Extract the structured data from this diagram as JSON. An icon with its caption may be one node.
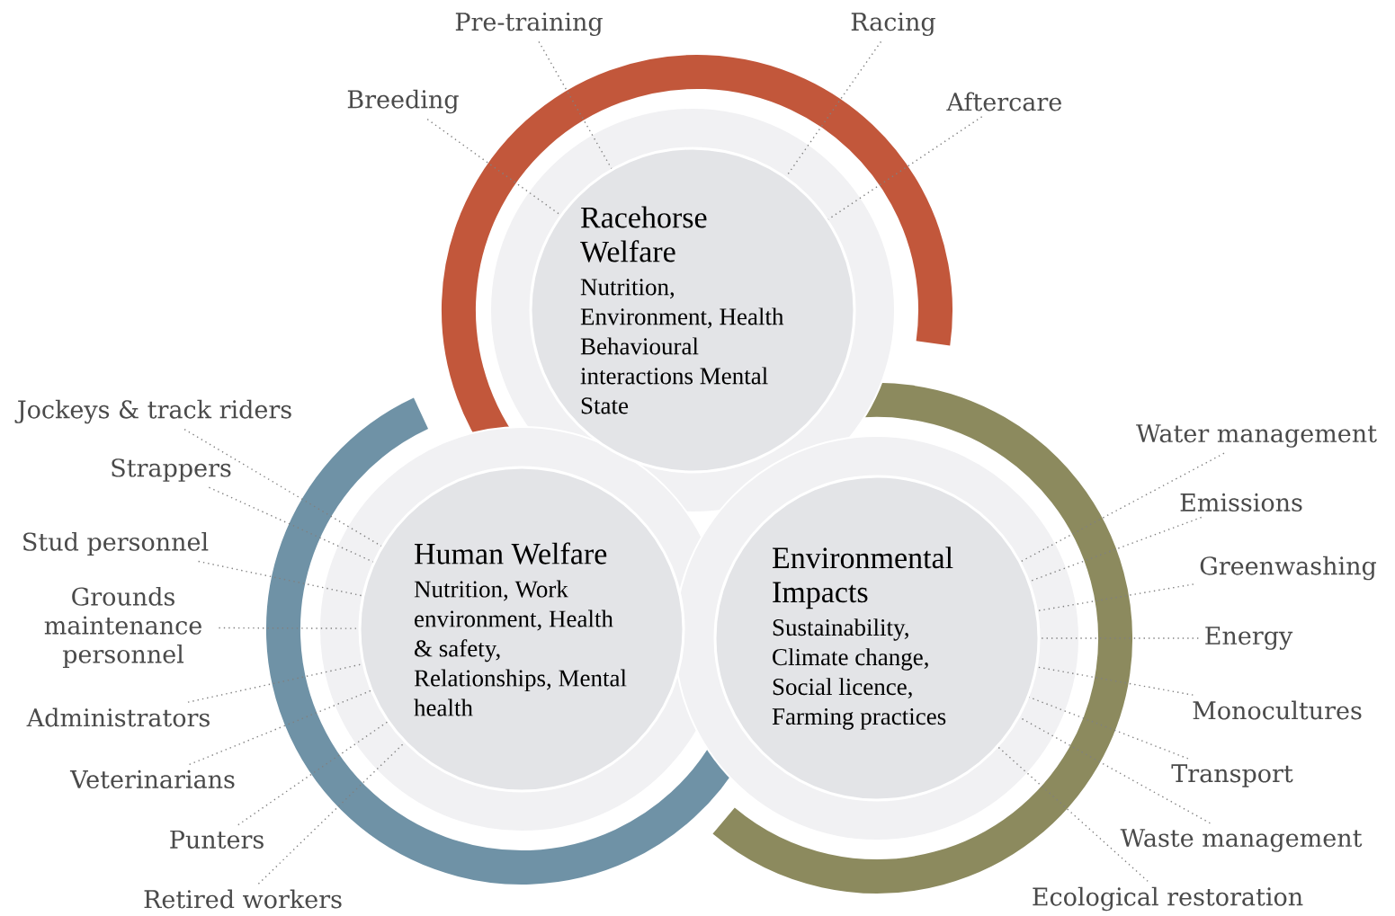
{
  "diagram": {
    "nodes": [
      {
        "text": [
          "Racehorse Welfare",
          "Nutrition, Environment, Health Behavioural interactions Mental State"
        ]
      },
      {
        "text": [
          "Human Welfare",
          "Nutrition, Work environment, Health & safety, Relationships, Mental health"
        ]
      },
      {
        "text": [
          "Environmental Impacts",
          "Sustainability, Climate change, Social licence, Farming practices"
        ]
      },
      {
        "text": [
          "Breeding"
        ]
      },
      {
        "text": [
          "Pre-training"
        ]
      },
      {
        "text": [
          "Racing"
        ]
      },
      {
        "text": [
          "Aftercare"
        ]
      },
      {
        "text": [
          "Jockeys & track riders"
        ]
      },
      {
        "text": [
          "Strappers"
        ]
      },
      {
        "text": [
          "Stud personnel"
        ]
      },
      {
        "text": [
          "Grounds maintenance personnel"
        ]
      },
      {
        "text": [
          "Administrators"
        ]
      },
      {
        "text": [
          "Veterinarians"
        ]
      },
      {
        "text": [
          "Punters"
        ]
      },
      {
        "text": [
          "Retired workers"
        ]
      },
      {
        "text": [
          "Water management"
        ]
      },
      {
        "text": [
          "Emissions"
        ]
      },
      {
        "text": [
          "Greenwashing"
        ]
      },
      {
        "text": [
          "Energy"
        ]
      },
      {
        "text": [
          "Monocultures"
        ]
      },
      {
        "text": [
          "Transport"
        ]
      },
      {
        "text": [
          "Waste management"
        ]
      },
      {
        "text": [
          "Ecological restoration"
        ]
      }
    ],
    "edges": [
      {
        "from": 3,
        "to": 0,
        "arrow": "none"
      },
      {
        "from": 4,
        "to": 0,
        "arrow": "none"
      },
      {
        "from": 5,
        "to": 0,
        "arrow": "none"
      },
      {
        "from": 6,
        "to": 0,
        "arrow": "none"
      },
      {
        "from": 7,
        "to": 1,
        "arrow": "none"
      },
      {
        "from": 8,
        "to": 1,
        "arrow": "none"
      },
      {
        "from": 9,
        "to": 1,
        "arrow": "none"
      },
      {
        "from": 10,
        "to": 1,
        "arrow": "none"
      },
      {
        "from": 11,
        "to": 1,
        "arrow": "none"
      },
      {
        "from": 12,
        "to": 1,
        "arrow": "none"
      },
      {
        "from": 13,
        "to": 1,
        "arrow": "none"
      },
      {
        "from": 14,
        "to": 1,
        "arrow": "none"
      },
      {
        "from": 15,
        "to": 2,
        "arrow": "none"
      },
      {
        "from": 16,
        "to": 2,
        "arrow": "none"
      },
      {
        "from": 17,
        "to": 2,
        "arrow": "none"
      },
      {
        "from": 18,
        "to": 2,
        "arrow": "none"
      },
      {
        "from": 19,
        "to": 2,
        "arrow": "none"
      },
      {
        "from": 20,
        "to": 2,
        "arrow": "none"
      },
      {
        "from": 21,
        "to": 2,
        "arrow": "none"
      },
      {
        "from": 22,
        "to": 2,
        "arrow": "none"
      }
    ]
  }
}
